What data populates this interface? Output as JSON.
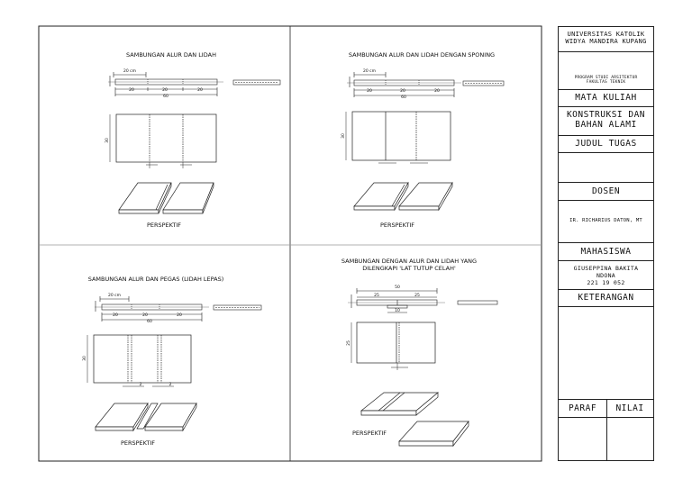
{
  "panels": {
    "p1": {
      "title": "SAMBUNGAN ALUR DAN LIDAH",
      "top_dim": "20 cm",
      "segments": [
        "20",
        "20",
        "20"
      ],
      "total": "60",
      "height_dim": "30",
      "persp": "PERSPEKTIF"
    },
    "p2": {
      "title": "SAMBUNGAN ALUR DAN LIDAH DENGAN SPONING",
      "top_dim": "20 cm",
      "segments": [
        "20",
        "20",
        "20"
      ],
      "total": "60",
      "height_dim": "30",
      "persp": "PERSPEKTIF"
    },
    "p3": {
      "title": "SAMBUNGAN ALUR DAN PEGAS (LIDAH LEPAS)",
      "top_dim": "20 cm",
      "segments": [
        "20",
        "20",
        "20"
      ],
      "total": "60",
      "height_dim": "30",
      "gap1": "2",
      "gap2": "2",
      "persp": "PERSPEKTIF"
    },
    "p4": {
      "title_line1": "SAMBUNGAN DENGAN ALUR DAN LIDAH YANG",
      "title_line2": "DILENGKAPI 'LAT TUTUP CELAH'",
      "top_dim": "50",
      "segments": [
        "25",
        "25"
      ],
      "small_dim": "10",
      "height_dim": "25",
      "persp": "PERSPEKTIF"
    }
  },
  "title_block": {
    "university_line1": "UNIVERSITAS KATOLIK",
    "university_line2": "WIDYA MANDIRA KUPANG",
    "program_line1": "PROGRAM STUDI ARSITEKTUR",
    "program_line2": "FAKULTAS TEKNIK",
    "course_label": "MATA KULIAH",
    "course_line1": "KONSTRUKSI DAN",
    "course_line2": "BAHAN ALAMI",
    "assignment_label": "JUDUL TUGAS",
    "lecturer_label": "DOSEN",
    "lecturer_name": "IR. RICHARIUS DATON, MT",
    "student_label": "MAHASISWA",
    "student_line1": "GIUSEPPINA BAKITA",
    "student_line2": "NDONA",
    "student_id": "221 19 052",
    "notes_label": "KETERANGAN",
    "sign_label": "PARAF",
    "grade_label": "NILAI"
  }
}
